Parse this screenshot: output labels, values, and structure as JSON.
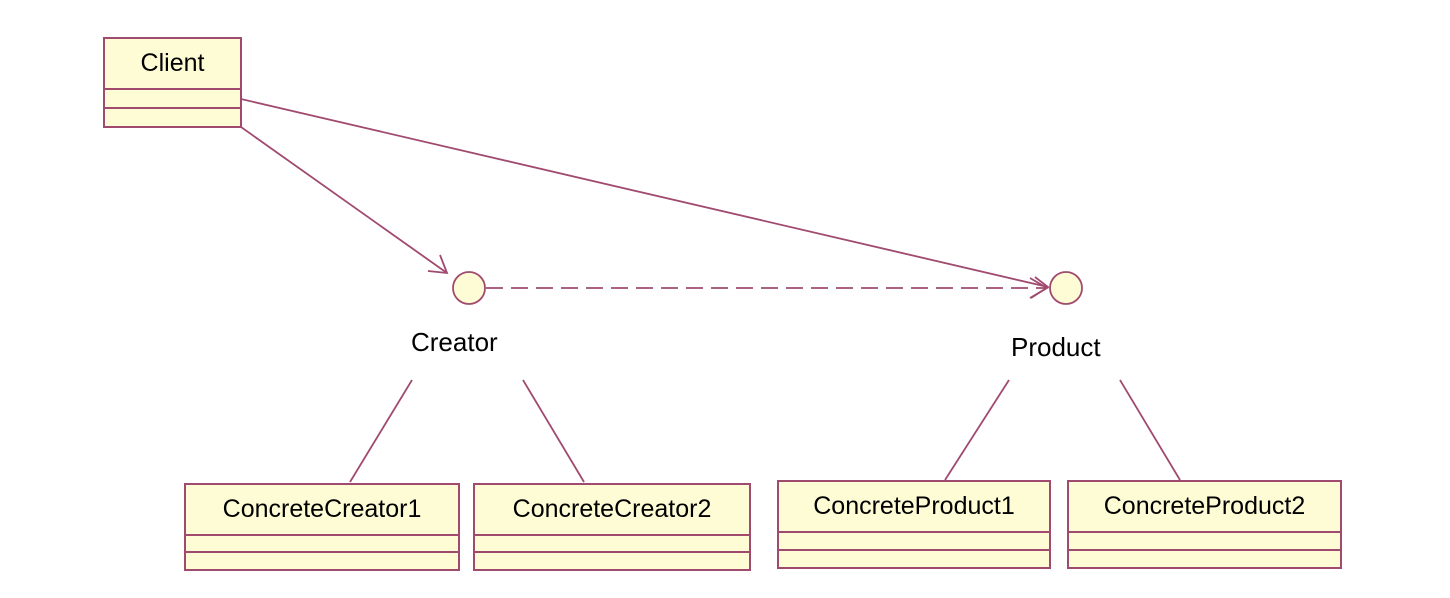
{
  "colors": {
    "line": "#a14a70",
    "fill": "#fefcd5",
    "text": "#000000"
  },
  "classes": {
    "client": {
      "name": "Client"
    },
    "concrete_creator1": {
      "name": "ConcreteCreator1"
    },
    "concrete_creator2": {
      "name": "ConcreteCreator2"
    },
    "concrete_product1": {
      "name": "ConcreteProduct1"
    },
    "concrete_product2": {
      "name": "ConcreteProduct2"
    }
  },
  "interfaces": {
    "creator": {
      "name": "Creator"
    },
    "product": {
      "name": "Product"
    }
  }
}
